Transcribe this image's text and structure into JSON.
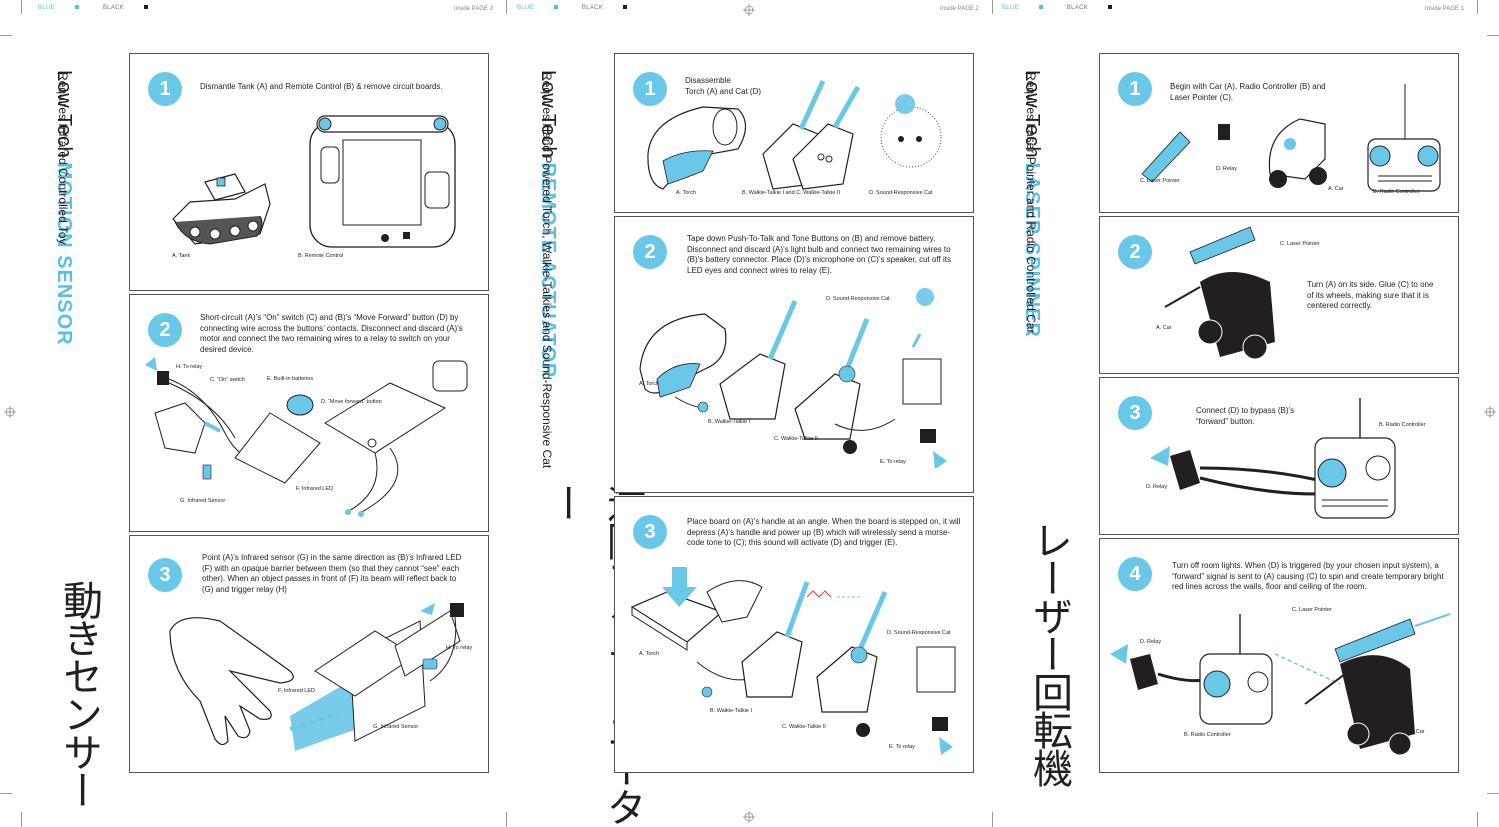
{
  "slug": {
    "blue": "BLUE",
    "black": "BLACK"
  },
  "page_labels": {
    "p1": "Inside PAGE 3",
    "p2": "Inside PAGE 2",
    "p3": "Inside PAGE 1"
  },
  "colors": {
    "accent": "#69c7e8",
    "ink": "#231f20"
  },
  "columns": [
    {
      "title_prefix": "Low Tech",
      "title_main": "MOTION SENSOR",
      "subtitle": "Requires Infrared Controlled Toy",
      "japanese": "動きセンサー",
      "steps": [
        {
          "number": "1",
          "text": "Dismantle Tank (A) and Remote Control (B) & remove circuit boards.",
          "labels": [
            "A. Tank",
            "B. Remote Control"
          ]
        },
        {
          "number": "2",
          "text": "Short-circuit (A)’s “On” switch (C) and (B)’s “Move Forward” button (D) by connecting wire across the buttons’ contacts. Disconnect and discard (A)’s motor and connect the two remaining wires to a relay to switch on your desired device.",
          "labels": [
            "H. To relay",
            "C. “On” switch",
            "E. Built-in batteries",
            "D. “Move forward” button",
            "F. Infrared LED",
            "G. Infrared Sensor"
          ]
        },
        {
          "number": "3",
          "text": "Point (A)’s Infrared sensor (G) in the same direction as (B)’s Infrared LED (F) with an opaque barrier between them (so that they cannot “see” each other). When an object passes in front of (F) its beam will reflect back to (G) and trigger relay (H)",
          "labels": [
            "H. To relay",
            "F. Infrared LED",
            "G. Infrared Sensor"
          ]
        }
      ]
    },
    {
      "title_prefix": "Low Tech",
      "title_main": "REMOTE ACTUATOR",
      "subtitle": "Requires Hand Powered Torch, Walkie-Talkies and Sound-Responsive Cat",
      "japanese": "遠隔アクチュエーター",
      "steps": [
        {
          "number": "1",
          "text": "Disassemble\nTorch (A) and Cat (D)",
          "labels": [
            "A. Torch",
            "B. Walkie-Talkie I and C. Walkie-Talkie II",
            "D. Sound-Responsive Cat"
          ]
        },
        {
          "number": "2",
          "text": "Tape down Push-To-Talk and Tone Buttons on (B) and remove battery. Disconnect and discard (A)’s light bulb and connect two remaining wires to (B)’s battery connector. Place (D)’s microphone on (C)’s speaker, cut off its LED eyes and connect wires to relay (E).",
          "labels": [
            "D. Sound-Responsive Cat",
            "A. Torch",
            "B. Walkie-Talkie I",
            "C. Walkie-Talkie II",
            "E. To relay"
          ]
        },
        {
          "number": "3",
          "text": "Place board on (A)’s handle at an angle. When the board is stepped on, it will depress (A)’s handle and power up (B) which will wirelessly send a morse-code tone to (C); this sound will activate (D) and trigger (E).",
          "labels": [
            "A. Torch",
            "D. Sound-Responsive Cat",
            "B. Walkie-Talkie I",
            "C. Walkie-Talkie II",
            "E. To relay"
          ]
        }
      ]
    },
    {
      "title_prefix": "Low Tech",
      "title_main": "LASER SPINNER",
      "subtitle": "Requires Laser Pointer and Radio Controlled Car",
      "japanese": "レーザー回転機",
      "steps": [
        {
          "number": "1",
          "text": "Begin with Car (A), Radio Controller (B) and Laser Pointer (C).",
          "labels": [
            "C. Laser Pointer",
            "D. Relay",
            "A. Car",
            "B. Radio Controller"
          ]
        },
        {
          "number": "2",
          "text": "Turn (A) on its side. Glue (C) to one of its wheels, making sure that it is centered correctly.",
          "labels": [
            "C. Laser Pointer",
            "A. Car"
          ]
        },
        {
          "number": "3",
          "text": "Connect (D) to bypass (B)’s “forward” button.",
          "labels": [
            "B. Radio Controller",
            "D. Relay"
          ]
        },
        {
          "number": "4",
          "text": "Turn off room lights. When (D) is triggered (by your chosen input system), a “forward” signal is sent to (A) causing (C) to spin and create temporary bright red lines across the walls, floor and ceiling of the room.",
          "labels": [
            "C. Laser Pointer",
            "D. Relay",
            "B. Radio Controller",
            "A. Car"
          ]
        }
      ]
    }
  ]
}
